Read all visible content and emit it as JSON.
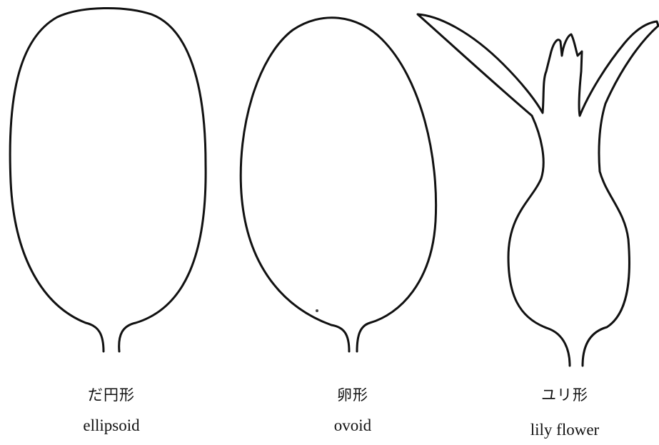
{
  "shapes": [
    {
      "label_ja": "だ円形",
      "label_en": "ellipsoid"
    },
    {
      "label_ja": "卵形",
      "label_en": "ovoid"
    },
    {
      "label_ja": "ユリ形",
      "label_en": "lily flower"
    }
  ],
  "colors": {
    "ink": "#111111",
    "background": "#ffffff"
  }
}
